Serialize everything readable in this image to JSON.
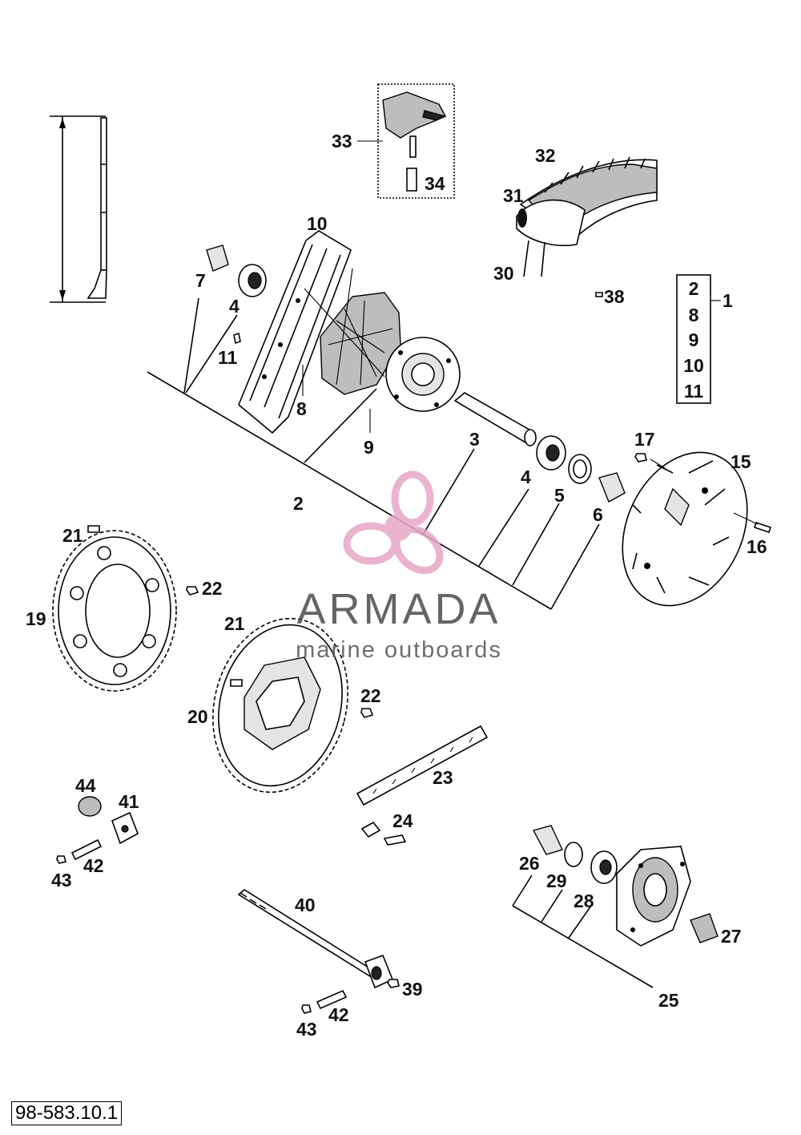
{
  "diagram": {
    "reference_code": "98-583.10.1",
    "watermark": {
      "brand": "ARMADA",
      "tagline": "marine outboards",
      "logo_color": "#e7a6c6"
    },
    "callouts": [
      "1",
      "2",
      "3",
      "4",
      "4",
      "5",
      "6",
      "7",
      "8",
      "9",
      "10",
      "11",
      "15",
      "16",
      "17",
      "19",
      "20",
      "21",
      "21",
      "22",
      "22",
      "23",
      "24",
      "25",
      "26",
      "27",
      "28",
      "29",
      "30",
      "31",
      "32",
      "33",
      "34",
      "38",
      "39",
      "40",
      "41",
      "42",
      "42",
      "43",
      "43",
      "44"
    ],
    "kit_box": [
      "2",
      "8",
      "9",
      "10",
      "11"
    ]
  }
}
